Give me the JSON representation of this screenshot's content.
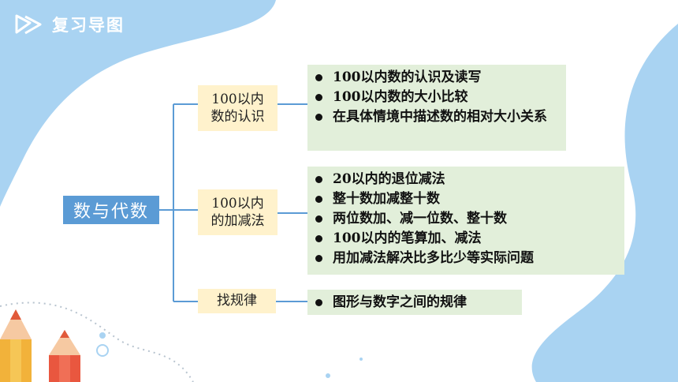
{
  "header": {
    "title": "复习导图",
    "icon": "triangle-logo-icon"
  },
  "colors": {
    "accent_blue": "#5b9bd5",
    "category_fill": "#fff2cc",
    "detail_fill": "#e2efda",
    "background_blob": "#a9d3f2",
    "line": "#5b9bd5"
  },
  "root": {
    "label": "数与代数"
  },
  "categories": [
    {
      "label": "100以内\n数的认识",
      "items": [
        "100以内数的认识及读写",
        "100以内数的大小比较",
        "在具体情境中描述数的相对大小关系"
      ]
    },
    {
      "label": "100以内\n的加减法",
      "items": [
        "20以内的退位减法",
        "整十数加减整十数",
        "两位数加、减一位数、整十数",
        "100以内的笔算加、减法",
        "用加减法解决比多比少等实际问题"
      ]
    },
    {
      "label": "找规律",
      "items": [
        "图形与数字之间的规律"
      ]
    }
  ],
  "decorations": [
    "pencil-icon",
    "pencil-icon"
  ]
}
